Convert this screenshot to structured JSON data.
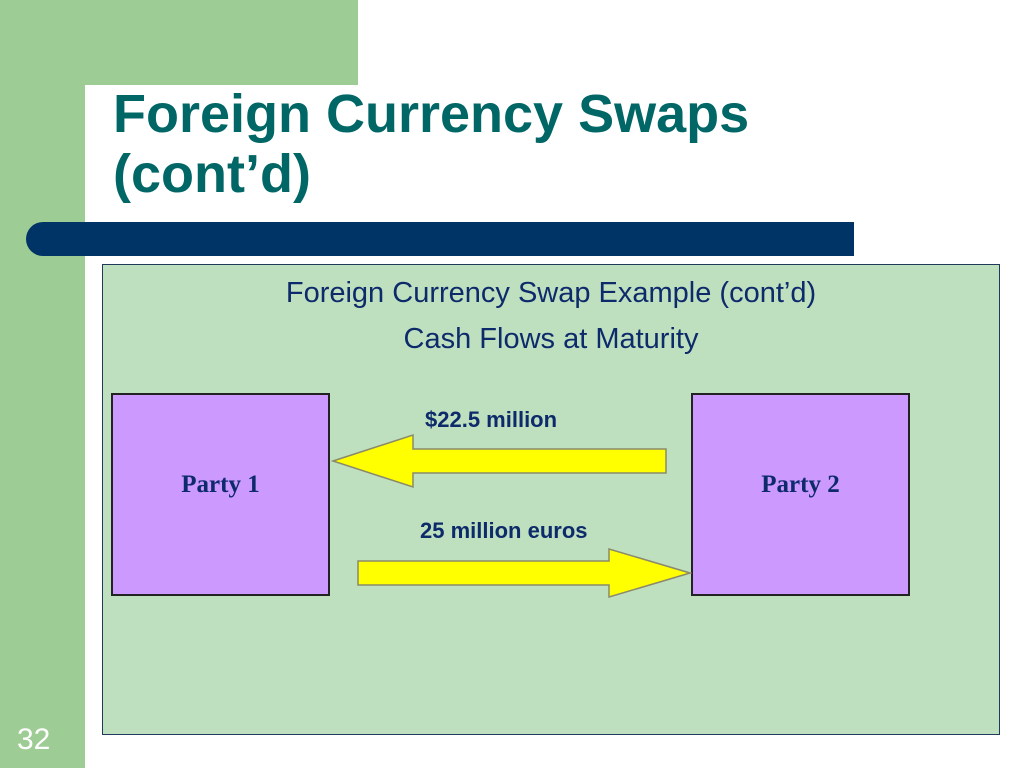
{
  "slide": {
    "title_line1": "Foreign Currency Swaps",
    "title_line2": "(cont’d)",
    "number": "32"
  },
  "content": {
    "subtitle_line1": "Foreign Currency Swap Example (cont’d)",
    "subtitle_line2": "Cash Flows at Maturity"
  },
  "diagram": {
    "party1": "Party 1",
    "party2": "Party 2",
    "flow_to_party1": "$22.5 million",
    "flow_to_party2": "25 million euros"
  },
  "colors": {
    "title": "#006666",
    "sidebar_green": "#9dcc94",
    "title_bar": "#003366",
    "content_bg": "#bfe0bf",
    "party_fill": "#cc99ff",
    "arrow_fill": "#ffff00",
    "text_navy": "#0d2a6b"
  }
}
